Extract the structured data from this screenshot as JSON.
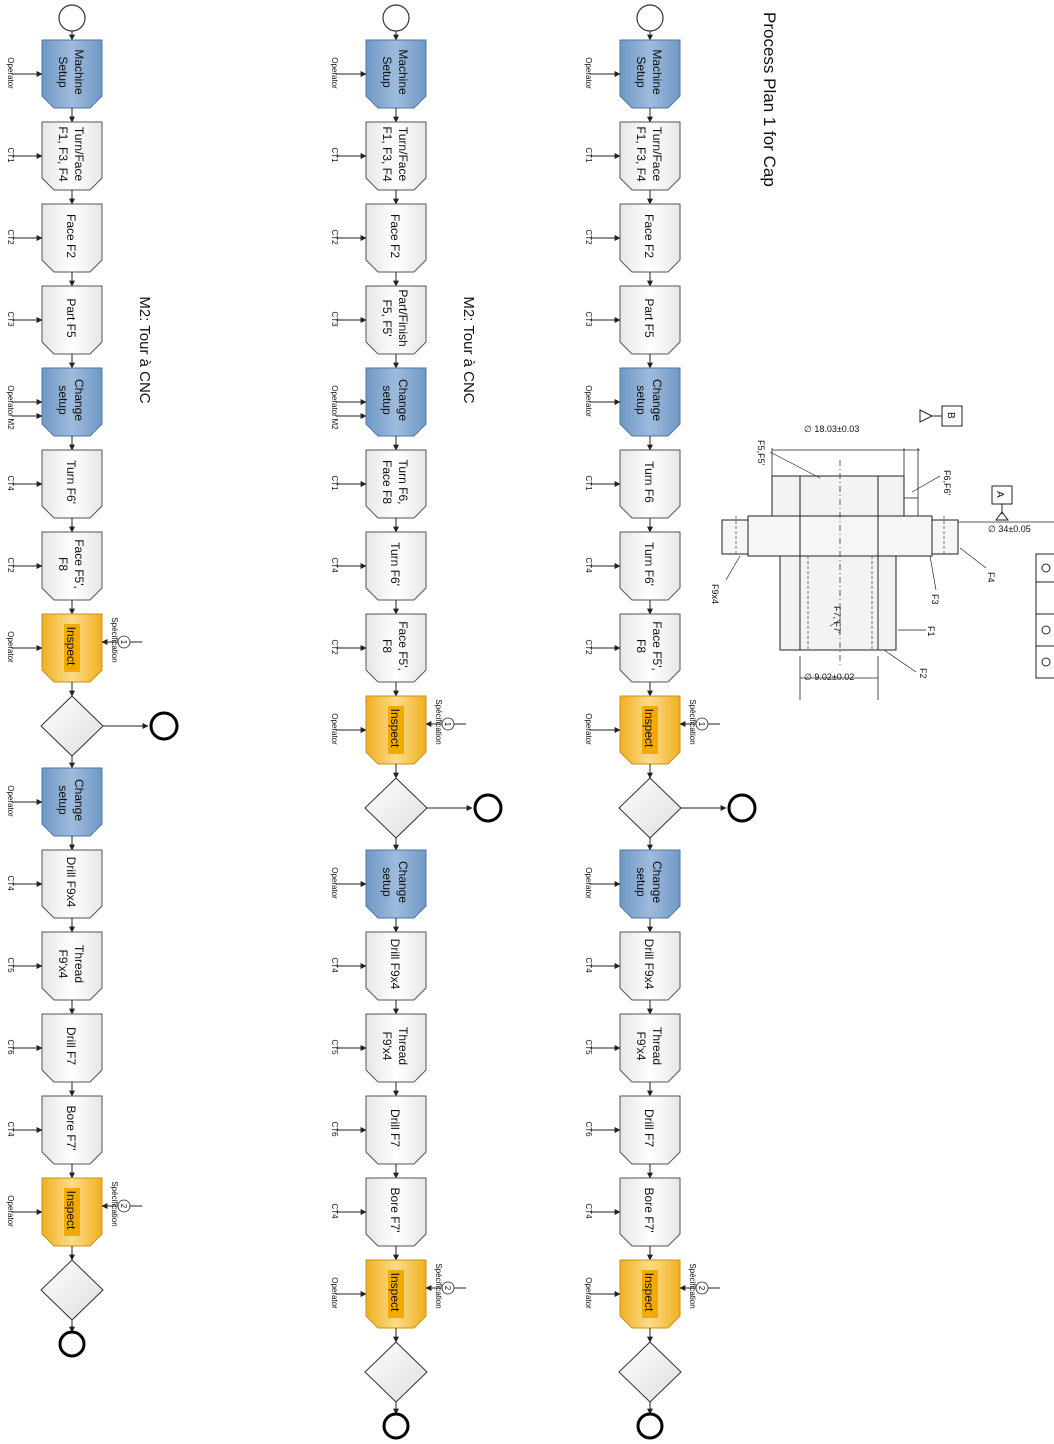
{
  "title": "Process Plan 1 for Cap",
  "colors": {
    "setup_fill": "#8aaed3",
    "setup_stroke": "#4f76a4",
    "inspect_fill": "#f6c44a",
    "inspect_highlight": "#f2a900",
    "op_fill": "#f4f4f4",
    "stroke": "#333333"
  },
  "lanes": [
    {
      "id": "lane-1",
      "machine_label": "M2: Tour à CNC",
      "steps": [
        {
          "kind": "start"
        },
        {
          "kind": "setup",
          "lines": [
            "Machine",
            "Setup"
          ],
          "resource": "Operator"
        },
        {
          "kind": "op",
          "lines": [
            "Turn/Face",
            "F1, F3, F4"
          ],
          "resource": "CT1"
        },
        {
          "kind": "op",
          "lines": [
            "Face F2"
          ],
          "resource": "CT2"
        },
        {
          "kind": "op",
          "lines": [
            "Part F5"
          ],
          "resource": "CT3"
        },
        {
          "kind": "setup",
          "lines": [
            "Change",
            "setup"
          ],
          "resource": "Operator",
          "resource2": "M2"
        },
        {
          "kind": "op",
          "lines": [
            "Turn F6'"
          ],
          "resource": "CT4"
        },
        {
          "kind": "op",
          "lines": [
            "Face F5',",
            "F8"
          ],
          "resource": "CT2"
        },
        {
          "kind": "inspect",
          "lines": [
            "Inspect"
          ],
          "resource": "Operator",
          "spec_label": "Spécification",
          "spec_num": "1"
        },
        {
          "kind": "decision"
        },
        {
          "kind": "setup",
          "lines": [
            "Change",
            "setup"
          ],
          "resource": "Operator"
        },
        {
          "kind": "op",
          "lines": [
            "Drill F9x4"
          ],
          "resource": "CT4"
        },
        {
          "kind": "op",
          "lines": [
            "Thread",
            "F9'x4"
          ],
          "resource": "CT5"
        },
        {
          "kind": "op",
          "lines": [
            "Drill F7"
          ],
          "resource": "CT6"
        },
        {
          "kind": "op",
          "lines": [
            "Bore F7'"
          ],
          "resource": "CT4"
        },
        {
          "kind": "inspect",
          "lines": [
            "Inspect"
          ],
          "resource": "Operator",
          "spec_label": "Spécification",
          "spec_num": "2"
        },
        {
          "kind": "decision"
        },
        {
          "kind": "end"
        }
      ]
    },
    {
      "id": "lane-2",
      "machine_label": "M2: Tour à CNC",
      "steps": [
        {
          "kind": "start"
        },
        {
          "kind": "setup",
          "lines": [
            "Machine",
            "Setup"
          ],
          "resource": "Operator"
        },
        {
          "kind": "op",
          "lines": [
            "Turn/Face",
            "F1, F3, F4"
          ],
          "resource": "CT1"
        },
        {
          "kind": "op",
          "lines": [
            "Face F2"
          ],
          "resource": "CT2"
        },
        {
          "kind": "op",
          "lines": [
            "Part/Finish",
            "F5, F5'"
          ],
          "resource": "CT3"
        },
        {
          "kind": "setup",
          "lines": [
            "Change",
            "setup"
          ],
          "resource": "Operator",
          "resource2": "M2"
        },
        {
          "kind": "op",
          "lines": [
            "Turn F6,",
            "Face F8"
          ],
          "resource": "CT1"
        },
        {
          "kind": "op",
          "lines": [
            "Turn F6'"
          ],
          "resource": "CT4"
        },
        {
          "kind": "op",
          "lines": [
            "Face F5',",
            "F8"
          ],
          "resource": "CT2"
        },
        {
          "kind": "inspect",
          "lines": [
            "Inspect"
          ],
          "resource": "Operator",
          "spec_label": "Spécification",
          "spec_num": "1"
        },
        {
          "kind": "decision"
        },
        {
          "kind": "setup",
          "lines": [
            "Change",
            "setup"
          ],
          "resource": "Operator"
        },
        {
          "kind": "op",
          "lines": [
            "Drill F9x4"
          ],
          "resource": "CT4"
        },
        {
          "kind": "op",
          "lines": [
            "Thread",
            "F9'x4"
          ],
          "resource": "CT5"
        },
        {
          "kind": "op",
          "lines": [
            "Drill F7"
          ],
          "resource": "CT6"
        },
        {
          "kind": "op",
          "lines": [
            "Bore F7'"
          ],
          "resource": "CT4"
        },
        {
          "kind": "inspect",
          "lines": [
            "Inspect"
          ],
          "resource": "Operator",
          "spec_label": "Spécification",
          "spec_num": "2"
        },
        {
          "kind": "decision"
        },
        {
          "kind": "end"
        }
      ]
    },
    {
      "id": "lane-3",
      "machine_label": "",
      "steps": [
        {
          "kind": "start"
        },
        {
          "kind": "setup",
          "lines": [
            "Machine",
            "Setup"
          ],
          "resource": "Operator"
        },
        {
          "kind": "op",
          "lines": [
            "Turn/Face",
            "F1, F3, F4"
          ],
          "resource": "CT1"
        },
        {
          "kind": "op",
          "lines": [
            "Face F2"
          ],
          "resource": "CT2"
        },
        {
          "kind": "op",
          "lines": [
            "Part F5"
          ],
          "resource": "CT3"
        },
        {
          "kind": "setup",
          "lines": [
            "Change",
            "setup"
          ],
          "resource": "Operator"
        },
        {
          "kind": "op",
          "lines": [
            "Turn F6"
          ],
          "resource": "CT1"
        },
        {
          "kind": "op",
          "lines": [
            "Turn F6'"
          ],
          "resource": "CT4"
        },
        {
          "kind": "op",
          "lines": [
            "Face F5',",
            "F8"
          ],
          "resource": "CT2"
        },
        {
          "kind": "inspect",
          "lines": [
            "Inspect"
          ],
          "resource": "Operator",
          "spec_label": "Spécification",
          "spec_num": "1"
        },
        {
          "kind": "decision"
        },
        {
          "kind": "setup",
          "lines": [
            "Change",
            "setup"
          ],
          "resource": "Operator"
        },
        {
          "kind": "op",
          "lines": [
            "Drill F9x4"
          ],
          "resource": "CT4"
        },
        {
          "kind": "op",
          "lines": [
            "Thread",
            "F9'x4"
          ],
          "resource": "CT5"
        },
        {
          "kind": "op",
          "lines": [
            "Drill F7"
          ],
          "resource": "CT6"
        },
        {
          "kind": "op",
          "lines": [
            "Bore F7'"
          ],
          "resource": "CT4"
        },
        {
          "kind": "inspect",
          "lines": [
            "Inspect"
          ],
          "resource": "Operator",
          "spec_label": "Spécification",
          "spec_num": "2"
        },
        {
          "kind": "decision"
        },
        {
          "kind": "end"
        }
      ]
    }
  ],
  "drawing": {
    "datum_b": "B",
    "datum_a": "A",
    "dim_top": "∅ 18.03±0.03",
    "dim_bottom": "∅ 9.02±0.02",
    "dim_flange": "∅ 34±0.05",
    "labels": {
      "f5": "F5,F5'",
      "f6": "F6,F6'",
      "f3": "F3",
      "f4": "F4",
      "f1": "F1",
      "f2": "F2",
      "f7": "F7, F7'",
      "f9": "F9x4"
    }
  }
}
